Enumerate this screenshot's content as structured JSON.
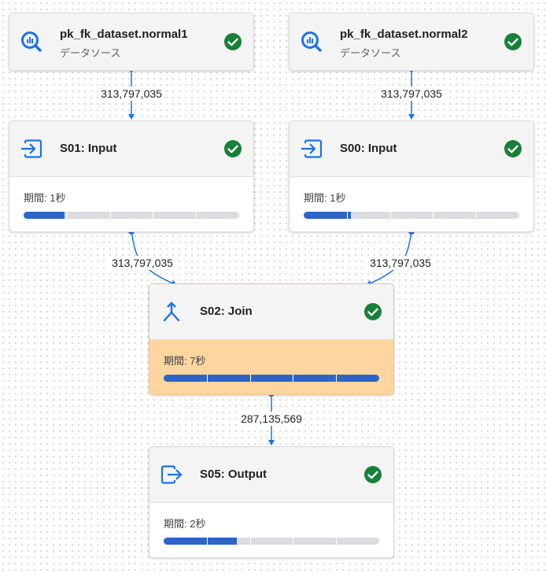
{
  "colors": {
    "accent": "#1a73e8",
    "check": "#188038",
    "bar_fill": "#2d64c8",
    "join_highlight": "#fdd59f"
  },
  "sources": [
    {
      "title": "pk_fk_dataset.normal1",
      "subtitle": "データソース",
      "icon": "bigquery-search-icon",
      "status": "check-circle-icon"
    },
    {
      "title": "pk_fk_dataset.normal2",
      "subtitle": "データソース",
      "icon": "bigquery-search-icon",
      "status": "check-circle-icon"
    }
  ],
  "stages": [
    {
      "title": "S01: Input",
      "duration": "期間: 1秒",
      "progress": 0.19,
      "icon": "input-icon",
      "status": "check-circle-icon"
    },
    {
      "title": "S00: Input",
      "duration": "期間: 1秒",
      "progress": 0.22,
      "icon": "input-icon",
      "status": "check-circle-icon"
    },
    {
      "title": "S02: Join",
      "duration": "期間: 7秒",
      "progress": 1.0,
      "icon": "merge-icon",
      "status": "check-circle-icon"
    },
    {
      "title": "S05: Output",
      "duration": "期間: 2秒",
      "progress": 0.34,
      "icon": "output-icon",
      "status": "check-circle-icon"
    }
  ],
  "edges": [
    {
      "label": "313,797,035"
    },
    {
      "label": "313,797,035"
    },
    {
      "label": "313,797,035"
    },
    {
      "label": "313,797,035"
    },
    {
      "label": "287,135,569"
    }
  ]
}
